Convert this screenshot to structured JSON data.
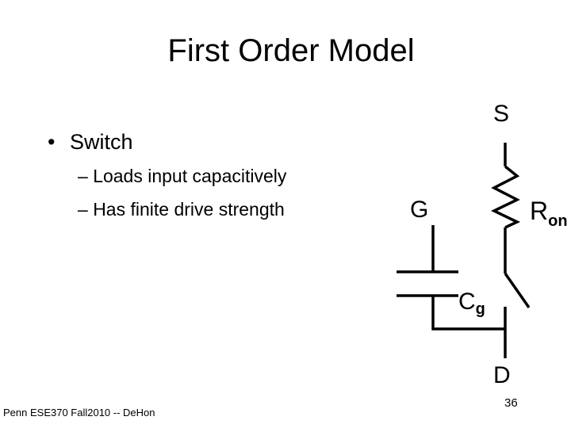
{
  "slide": {
    "title": "First Order Model",
    "bullets": [
      {
        "marker": "•",
        "text": "Switch",
        "subitems": [
          {
            "marker": "–",
            "text": "Loads input capacitively"
          },
          {
            "marker": "–",
            "text": "Has finite drive strength"
          }
        ]
      }
    ],
    "footer": "Penn ESE370 Fall2010 -- DeHon",
    "page_number": "36"
  },
  "diagram": {
    "labels": {
      "source": "S",
      "gate": "G",
      "drain": "D",
      "resistor_main": "R",
      "resistor_sub": "on",
      "capacitor_main": "C",
      "capacitor_sub": "g"
    }
  }
}
